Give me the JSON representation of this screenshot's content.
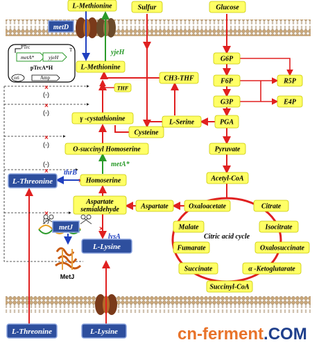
{
  "nodes": {
    "l_methionine_top": "L-Methionine",
    "sulfur": "Sulfur",
    "glucose": "Glucose",
    "l_methionine_mid": "L-Methionine",
    "g6p": "G6P",
    "ch3_thf": "CH3-THF",
    "thf": "THF",
    "f6p": "F6P",
    "r5p": "R5P",
    "g3p": "G3P",
    "e4p": "E4P",
    "gamma_cystathionine": "γ -cystathionine",
    "l_serine": "L-Serine",
    "pga": "PGA",
    "cysteine": "Cysteine",
    "o_succinyl_homoserine": "O-succinyl Homoserine",
    "pyruvate": "Pyruvate",
    "homoserine": "Homoserine",
    "acetyl_coa": "Acetyl-CoA",
    "aspartate_semialdehyde": "Aspartate\nsemialdehyde",
    "aspartate": "Aspartate",
    "oxaloacetate": "Oxaloacetate",
    "citrate": "Citrate",
    "malate": "Malate",
    "isocitrate": "Isocitrate",
    "fumarate": "Fumarate",
    "oxalosuccinate": "Oxalosuccinate",
    "succinate": "Succinate",
    "alpha_ketoglutarate": "α -Ketoglutarate",
    "succinyl_coa": "Succinyl-CoA"
  },
  "blue_nodes": {
    "l_threonine_mid": "L-Threonine",
    "l_lysine_mid": "L-Lysine",
    "l_threonine_bottom": "L-Threonine",
    "l_lysine_bottom": "L-Lysine",
    "metD": "metD",
    "metJ": "metJ"
  },
  "genes": {
    "yjeH": "yjeH",
    "metA_star": "metA*",
    "thrB": "thrB",
    "lysA": "lysA"
  },
  "labels": {
    "citric_acid_cycle": "Citric acid cycle",
    "metJ_protein": "MetJ",
    "minus": "(-)",
    "plasmid_name": "pTrcA*H",
    "plasmid_ptrc": "PTrc",
    "plasmid_metA": "metA*",
    "plasmid_yjeH": "yjeH",
    "plasmid_ori": "ori",
    "plasmid_amp": "Amp",
    "plasmid_term": "T"
  },
  "watermark": {
    "part1": "cn-ferment",
    "part2": ".com"
  },
  "colors": {
    "node_fill": "#ffff66",
    "blue_node": "#2e4f9e",
    "flux_red": "#e02020",
    "gene_green": "#2a9a2a",
    "gene_blue": "#2040c0",
    "membrane": "#c9a77a",
    "watermark_orange": "#e8732a",
    "watermark_navy": "#1f3f8c"
  },
  "icons": {
    "transporter": "membrane-transporter-icon",
    "dna": "dna-helix-icon",
    "scissors": "scissors-icon",
    "protein": "metj-protein-ribbon-icon",
    "plasmid": "plasmid-circle-icon"
  }
}
